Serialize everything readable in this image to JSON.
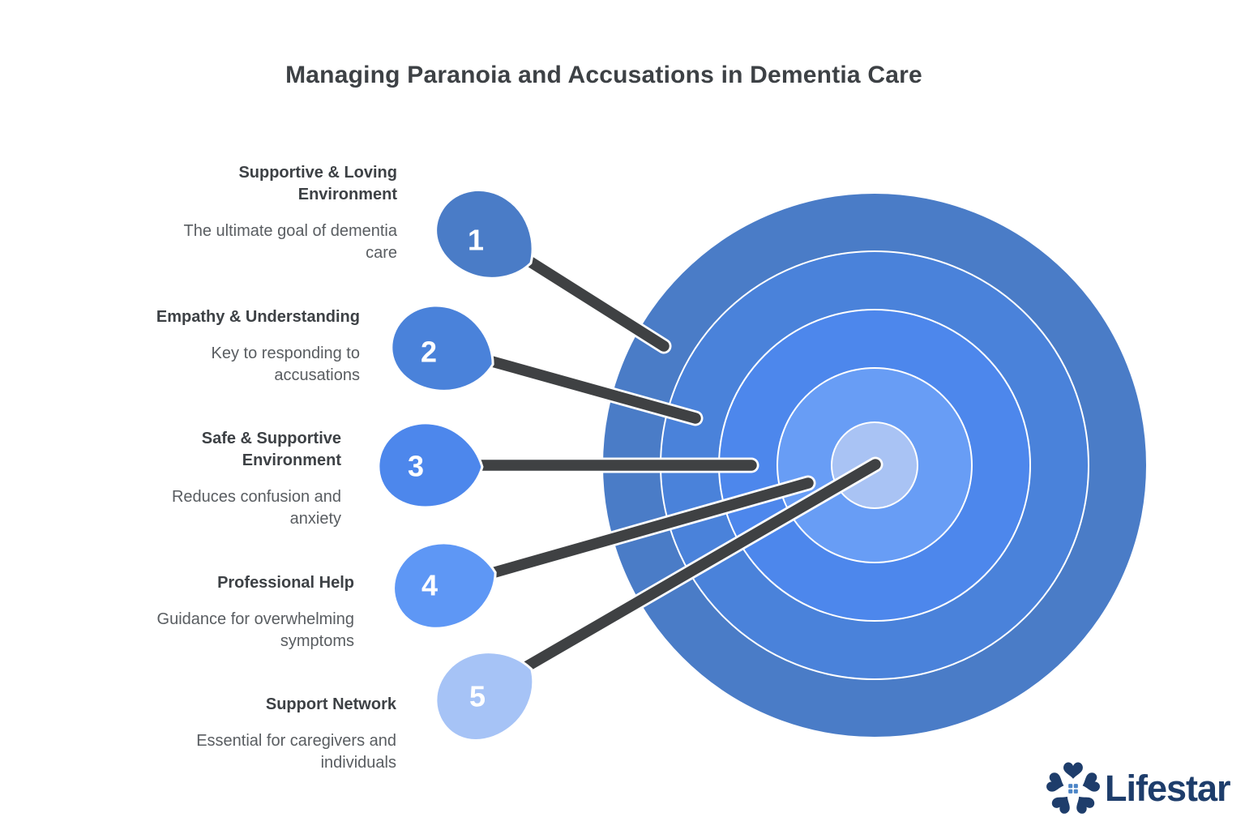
{
  "title": "Managing Paranoia and Accusations in Dementia Care",
  "items": [
    {
      "number": "1",
      "label": "Supportive & Loving\nEnvironment",
      "description": "The ultimate goal of dementia\ncare",
      "color": "#4a7cc7"
    },
    {
      "number": "2",
      "label": "Empathy & Understanding",
      "description": "Key to responding to\naccusations",
      "color": "#4a82da"
    },
    {
      "number": "3",
      "label": "Safe & Supportive\nEnvironment",
      "description": "Reduces confusion and\nanxiety",
      "color": "#4d87ec"
    },
    {
      "number": "4",
      "label": "Professional Help",
      "description": "Guidance for overwhelming\nsymptoms",
      "color": "#5e97f5"
    },
    {
      "number": "5",
      "label": "Support Network",
      "description": "Essential for caregivers and\nindividuals",
      "color": "#a6c3f6"
    }
  ],
  "target": {
    "ring_colors": [
      "#4a7cc7",
      "#4a82da",
      "#4d87ec",
      "#689df5",
      "#a9c3f4"
    ],
    "ring_stroke": "#ffffff",
    "dart_color": "#3f4143"
  },
  "logo": {
    "text": "Lifestar",
    "color": "#1e3d6b",
    "icon": "star-of-hearts-house-icon",
    "icon_color": "#1e3d6b",
    "window_color": "#4c85c7"
  }
}
